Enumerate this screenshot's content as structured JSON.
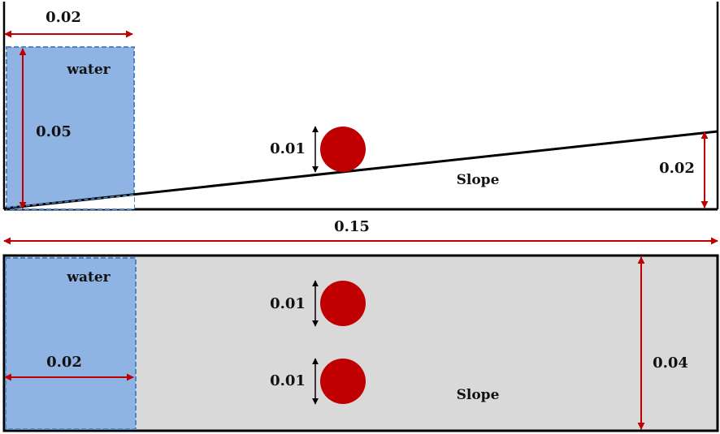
{
  "colors": {
    "water_fill": "#8fb3e3",
    "water_border": "#4a86c8",
    "obstacle": "#c00000",
    "dimension_red": "#c00000",
    "dimension_black": "#000000",
    "plan_background": "#d9d9d9",
    "outline": "#000000"
  },
  "side_view": {
    "water_label": "water",
    "slope_label": "Slope",
    "dim_water_width": "0.02",
    "dim_water_height": "0.05",
    "dim_obstacle_diameter": "0.01",
    "dim_slope_rise": "0.02"
  },
  "overall": {
    "dim_length": "0.15"
  },
  "plan_view": {
    "water_label": "water",
    "slope_label": "Slope",
    "dim_water_width": "0.02",
    "dim_obstacle_1_diameter": "0.01",
    "dim_obstacle_2_diameter": "0.01",
    "dim_width": "0.04"
  }
}
